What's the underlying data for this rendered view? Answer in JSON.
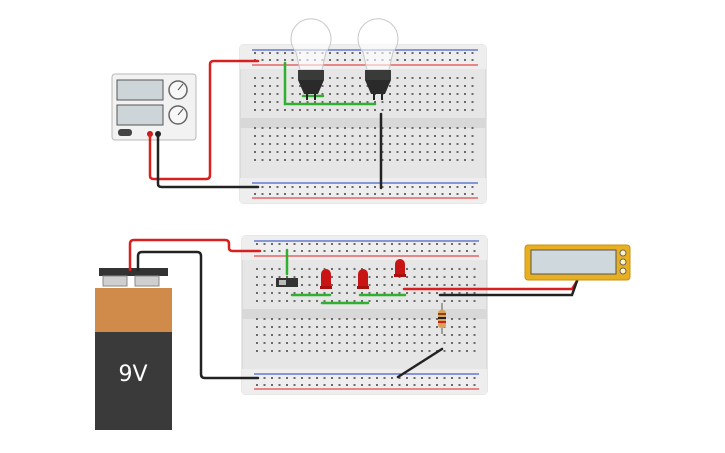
{
  "battery": {
    "label": "9V"
  },
  "colors": {
    "background": "#ffffff",
    "breadboard": "#e6e6e6",
    "breadboard_edge": "#cfcfcf",
    "hole": "#6a6a6a",
    "rail_red": "#e02020",
    "rail_blue": "#1f3fbf",
    "wire_red": "#d92020",
    "wire_black": "#222222",
    "wire_green": "#2fb02f",
    "led_red": "#c81414",
    "battery_top": "#d08a4a",
    "battery_body": "#3a3a3a",
    "meter_body": "#e8b020",
    "meter_screen": "#cfd8dc"
  },
  "components": [
    {
      "name": "power-supply",
      "icon": "power-supply-icon"
    },
    {
      "name": "lightbulb",
      "icon": "bulb-icon",
      "count": 2
    },
    {
      "name": "slide-switch",
      "icon": "switch-icon"
    },
    {
      "name": "led",
      "icon": "led-icon",
      "count": 3
    },
    {
      "name": "resistor",
      "icon": "resistor-icon"
    },
    {
      "name": "multimeter",
      "icon": "multimeter-icon"
    },
    {
      "name": "battery-9v",
      "icon": "battery-icon"
    }
  ]
}
